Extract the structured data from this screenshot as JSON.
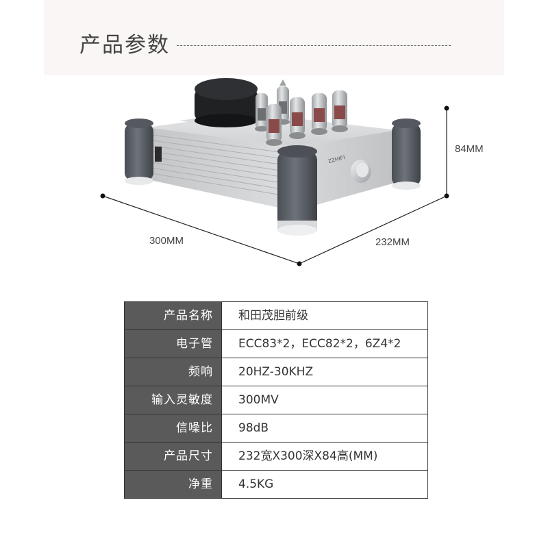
{
  "header": {
    "title": "产品参数"
  },
  "dimensions": {
    "width": "300MM",
    "depth": "232MM",
    "height": "84MM"
  },
  "product": {
    "logo_text": "ZZHIFI"
  },
  "specs": [
    {
      "label": "产品名称",
      "value": "和田茂胆前级"
    },
    {
      "label": "电子管",
      "value": "ECC83*2，ECC82*2，6Z4*2"
    },
    {
      "label": "频响",
      "value": "20HZ-30KHZ"
    },
    {
      "label": "输入灵敏度",
      "value": "300MV"
    },
    {
      "label": "信噪比",
      "value": "98dB"
    },
    {
      "label": "产品尺寸",
      "value": "232宽X300深X84高(MM)"
    },
    {
      "label": "净重",
      "value": "4.5KG"
    }
  ],
  "colors": {
    "label_bg": "#5a5a5a",
    "chassis": "#c9cbcd",
    "feet": "#5c6066",
    "tube_glass": "#b8bcbe"
  }
}
